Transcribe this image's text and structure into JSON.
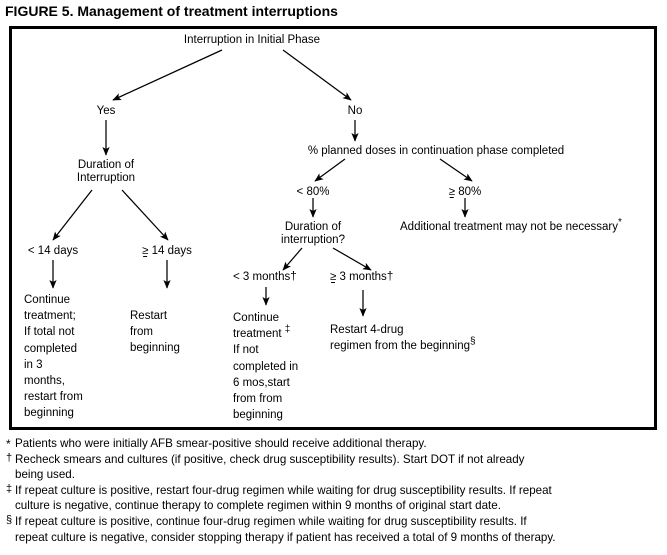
{
  "title": "FIGURE 5. Management of treatment interruptions",
  "diagram": {
    "root": "Interruption in Initial Phase",
    "branch_yes": "Yes",
    "branch_no": "No",
    "yes_duration": "Duration of\nInterruption",
    "yes_lt14": "< 14 days",
    "yes_ge14_op": "≥",
    "yes_ge14_text": " 14 days",
    "yes_lt14_action": "Continue\ntreatment;\nIf total not\ncompleted\nin 3\nmonths,\nrestart from\nbeginning",
    "yes_ge14_action": "Restart\nfrom\nbeginning",
    "no_doses": "% planned doses in continuation phase completed",
    "no_lt80": "< 80%",
    "no_ge80_op": "≥",
    "no_ge80_text": " 80%",
    "no_ge80_action": "Additional treatment may not be necessary",
    "no_ge80_action_mark": "*",
    "no_lt80_duration": "Duration of\ninterruption?",
    "lt3months": "< 3 months",
    "lt3months_mark": "†",
    "ge3months_op": "≥",
    "ge3months_text": " 3 months",
    "ge3months_mark": "†",
    "lt3_action_l1": "Continue",
    "lt3_action_l2": "treatment ",
    "lt3_action_l2_mark": "‡",
    "lt3_action_rest": "If not\ncompleted in\n6 mos,start\nfrom from\nbeginning",
    "ge3_action_l1": "Restart 4-drug",
    "ge3_action_l2": "regimen from the beginning",
    "ge3_action_mark": "§"
  },
  "footnotes": [
    {
      "mark": "*",
      "text": "Patients who were initially AFB smear-positive should receive additional therapy."
    },
    {
      "mark": "†",
      "text": "Recheck smears and cultures (if positive, check drug susceptibility results). Start DOT if not already",
      "text2": "being used."
    },
    {
      "mark": "‡",
      "text": "If repeat culture is positive, restart four-drug regimen while waiting for drug susceptibility results. If repeat",
      "text2": "culture is negative, continue therapy to complete regimen within 9 months of original start date."
    },
    {
      "mark": "§",
      "text": "If repeat culture is positive, continue four-drug regimen while waiting for drug susceptibility results. If",
      "text2": "repeat culture is negative, consider stopping therapy if patient has received a total of 9 months of therapy."
    }
  ],
  "colors": {
    "ink": "#000000",
    "background": "#ffffff"
  }
}
